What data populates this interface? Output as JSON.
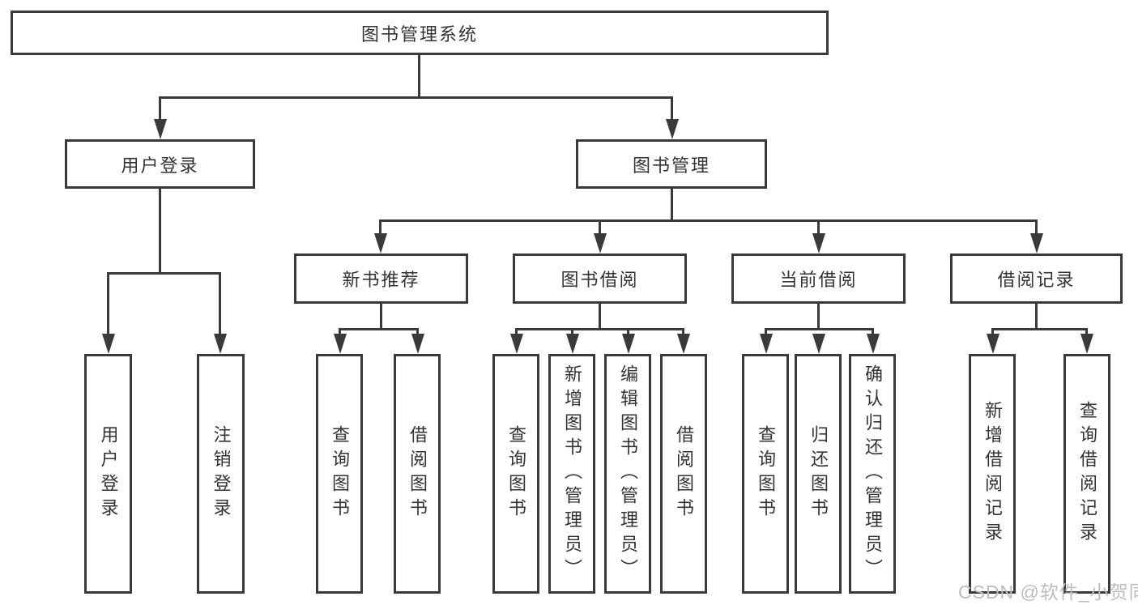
{
  "diagram": {
    "root": "图书管理系统",
    "branches": [
      "用户登录",
      "图书管理"
    ],
    "sections": [
      "新书推荐",
      "图书借阅",
      "当前借阅",
      "借阅记录"
    ],
    "leaves": [
      "用户登录",
      "注销登录",
      "查询图书",
      "借阅图书",
      "查询图书",
      "新增图书（管理员）",
      "编辑图书（管理员）",
      "借阅图书",
      "查询图书",
      "归还图书",
      "确认归还（管理员）",
      "新增借阅记录",
      "查询借阅记录"
    ]
  },
  "watermark": "CSDN @软件_小贺同学",
  "colors": {
    "line": "#3a3a3a",
    "text": "#333333",
    "watermark": "#bdbdbd",
    "background": "#ffffff"
  }
}
